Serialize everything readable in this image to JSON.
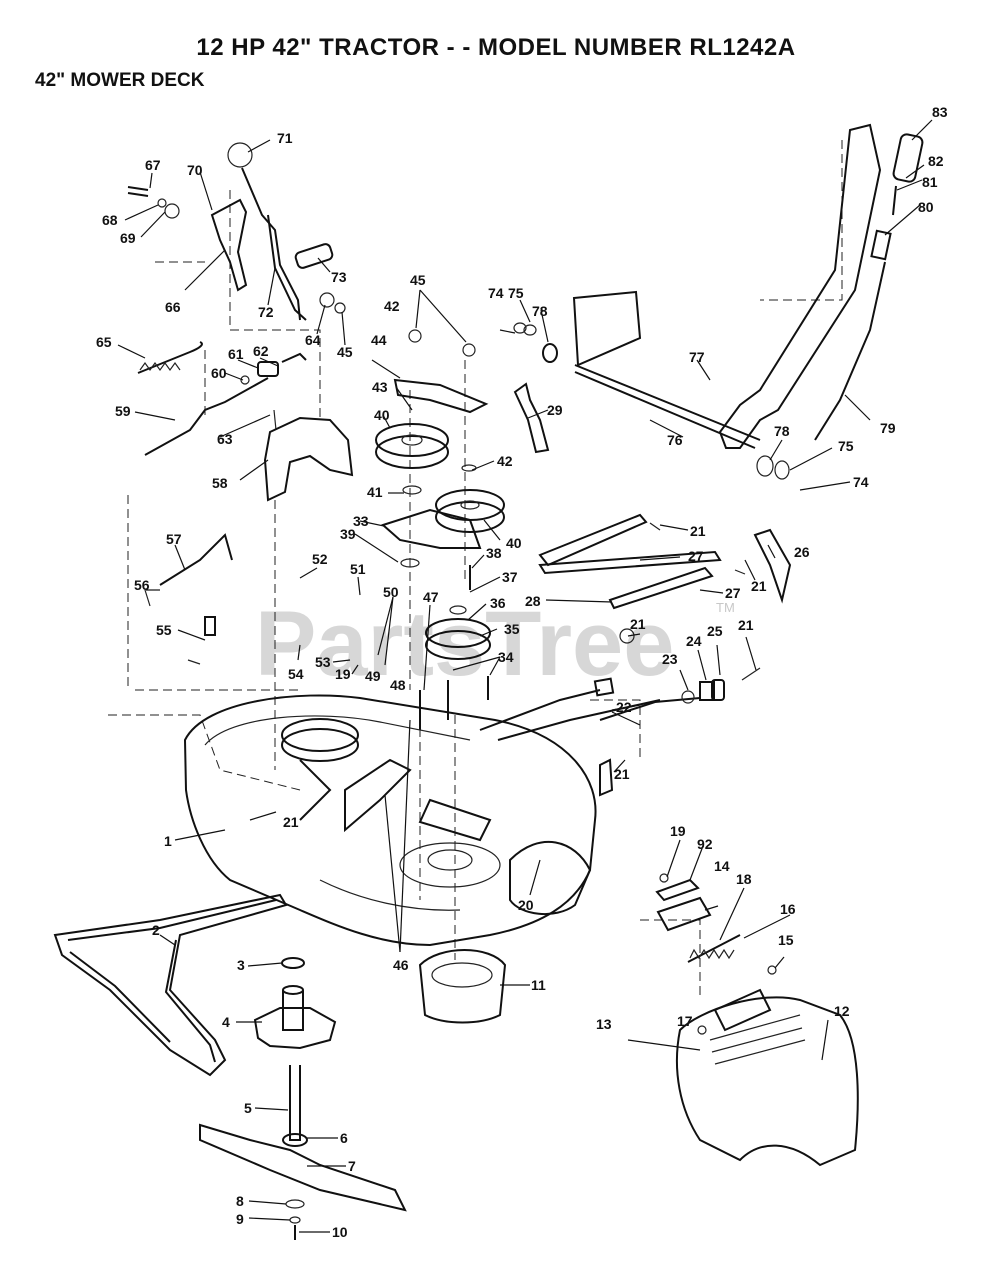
{
  "title": "12 HP 42\"  TRACTOR - - MODEL NUMBER RL1242A",
  "subtitle": "42\" MOWER DECK",
  "watermark": "PartsTree",
  "watermark_tm": "TM",
  "callouts": [
    "1",
    "2",
    "3",
    "4",
    "5",
    "6",
    "7",
    "8",
    "9",
    "10",
    "11",
    "12",
    "13",
    "14",
    "15",
    "16",
    "17",
    "18",
    "19",
    "19",
    "20",
    "21",
    "21",
    "21",
    "21",
    "21",
    "21",
    "22",
    "23",
    "24",
    "25",
    "26",
    "27",
    "27",
    "28",
    "29",
    "33",
    "34",
    "35",
    "36",
    "37",
    "38",
    "39",
    "40",
    "40",
    "41",
    "42",
    "42",
    "43",
    "44",
    "45",
    "45",
    "46",
    "47",
    "48",
    "49",
    "50",
    "51",
    "52",
    "53",
    "54",
    "55",
    "56",
    "57",
    "58",
    "59",
    "60",
    "61",
    "62",
    "63",
    "64",
    "65",
    "66",
    "67",
    "68",
    "69",
    "70",
    "71",
    "72",
    "73",
    "74",
    "74",
    "75",
    "75",
    "76",
    "77",
    "78",
    "78",
    "79",
    "80",
    "81",
    "82",
    "83",
    "92"
  ]
}
